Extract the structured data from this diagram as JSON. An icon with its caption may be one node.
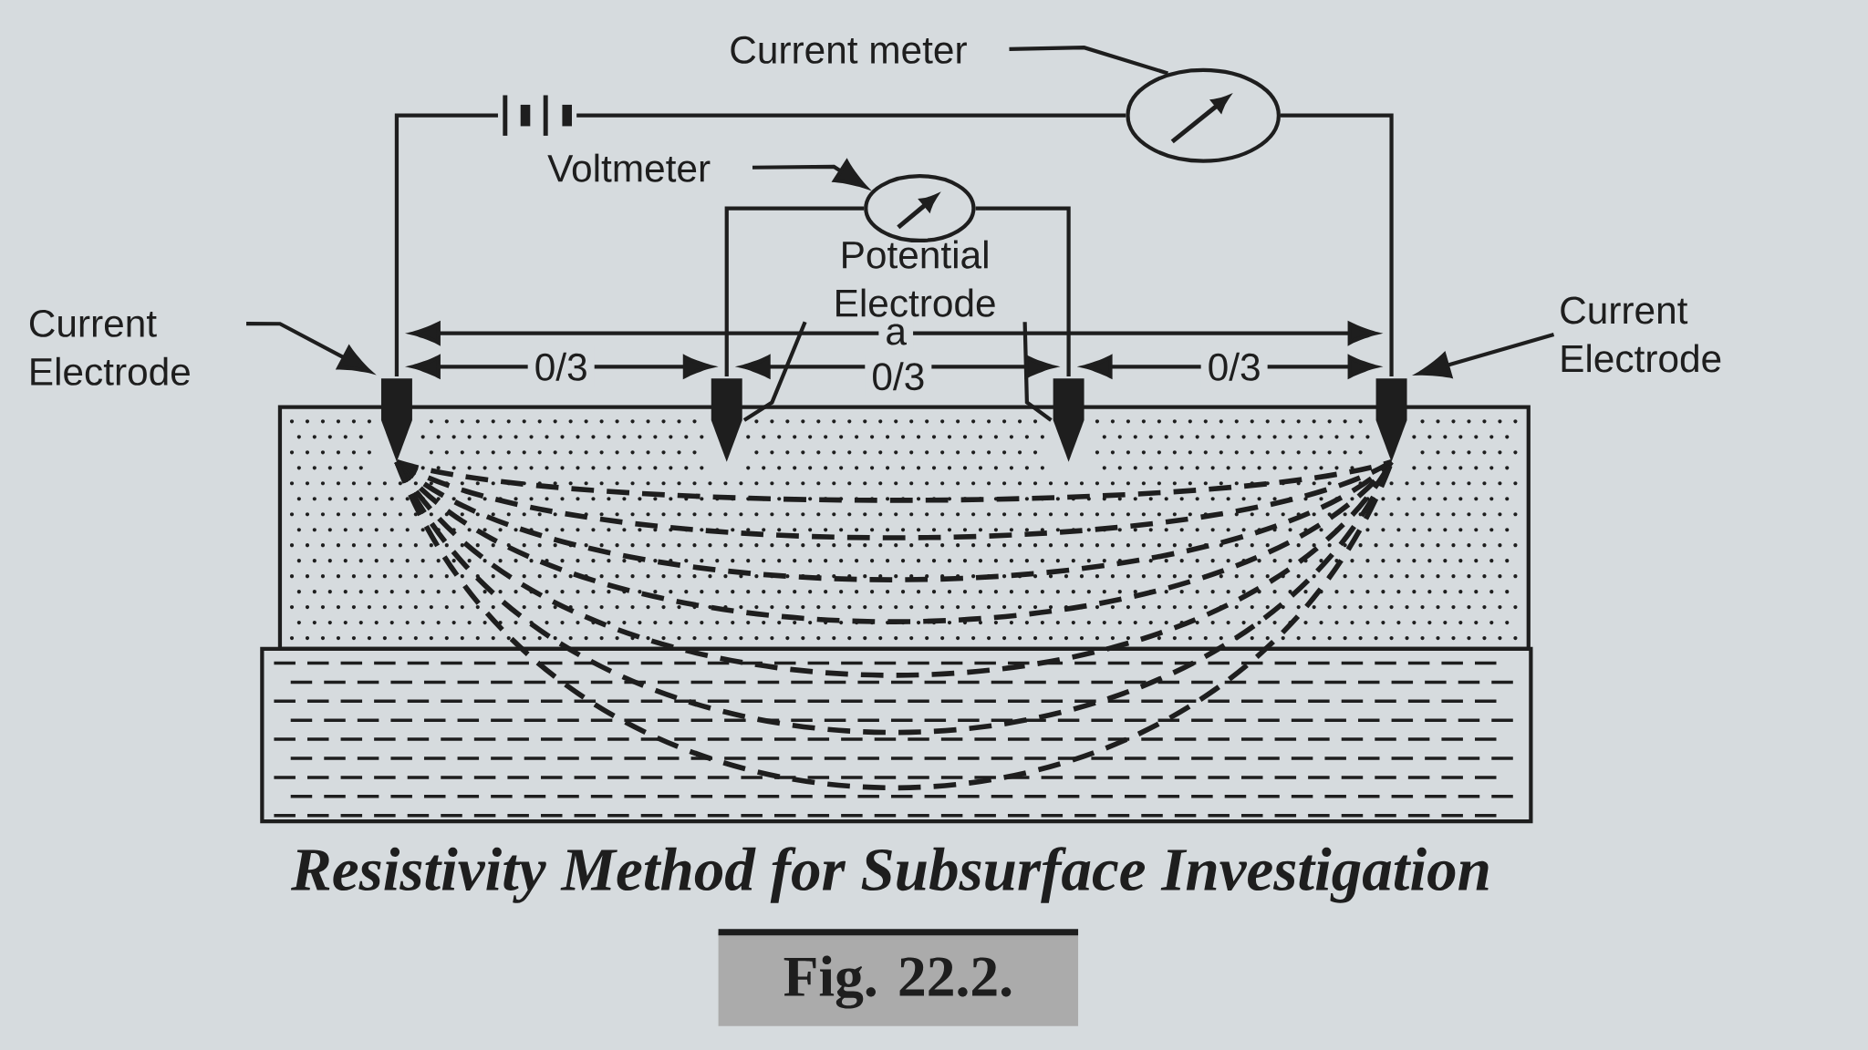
{
  "diagram": {
    "caption": "Resistivity Method for Subsurface Investigation",
    "nodes": [
      {
        "text": [
          "Current meter"
        ]
      },
      {
        "text": [],
        "shape": "circle"
      },
      {
        "text": [
          "Voltmeter"
        ]
      },
      {
        "text": [],
        "shape": "circle"
      },
      {
        "text": [
          "Potential Electrode"
        ]
      },
      {
        "text": [
          "Current Electrode"
        ]
      },
      {
        "text": [
          "Current Electrode"
        ]
      },
      {
        "text": [],
        "shape": "spike"
      },
      {
        "text": [],
        "shape": "spike"
      },
      {
        "text": [],
        "shape": "spike"
      },
      {
        "text": [],
        "shape": "spike"
      }
    ],
    "edges": [
      {
        "from": 0,
        "to": 1,
        "arrow": "none"
      },
      {
        "from": 2,
        "to": 3,
        "arrow": "to"
      },
      {
        "from": 5,
        "to": 7,
        "arrow": "to"
      },
      {
        "from": 6,
        "to": 10,
        "arrow": "to"
      },
      {
        "from": 4,
        "to": 8,
        "arrow": "none"
      },
      {
        "from": 4,
        "to": 9,
        "arrow": "none"
      },
      {
        "from": 7,
        "to": 1,
        "arrow": "none"
      },
      {
        "from": 1,
        "to": 10,
        "arrow": "none"
      },
      {
        "from": 8,
        "to": 3,
        "arrow": "none"
      },
      {
        "from": 3,
        "to": 9,
        "arrow": "none"
      }
    ],
    "labels": [
      "a",
      "0/3",
      "0/3",
      "0/3",
      "Fig. 22.2."
    ]
  }
}
